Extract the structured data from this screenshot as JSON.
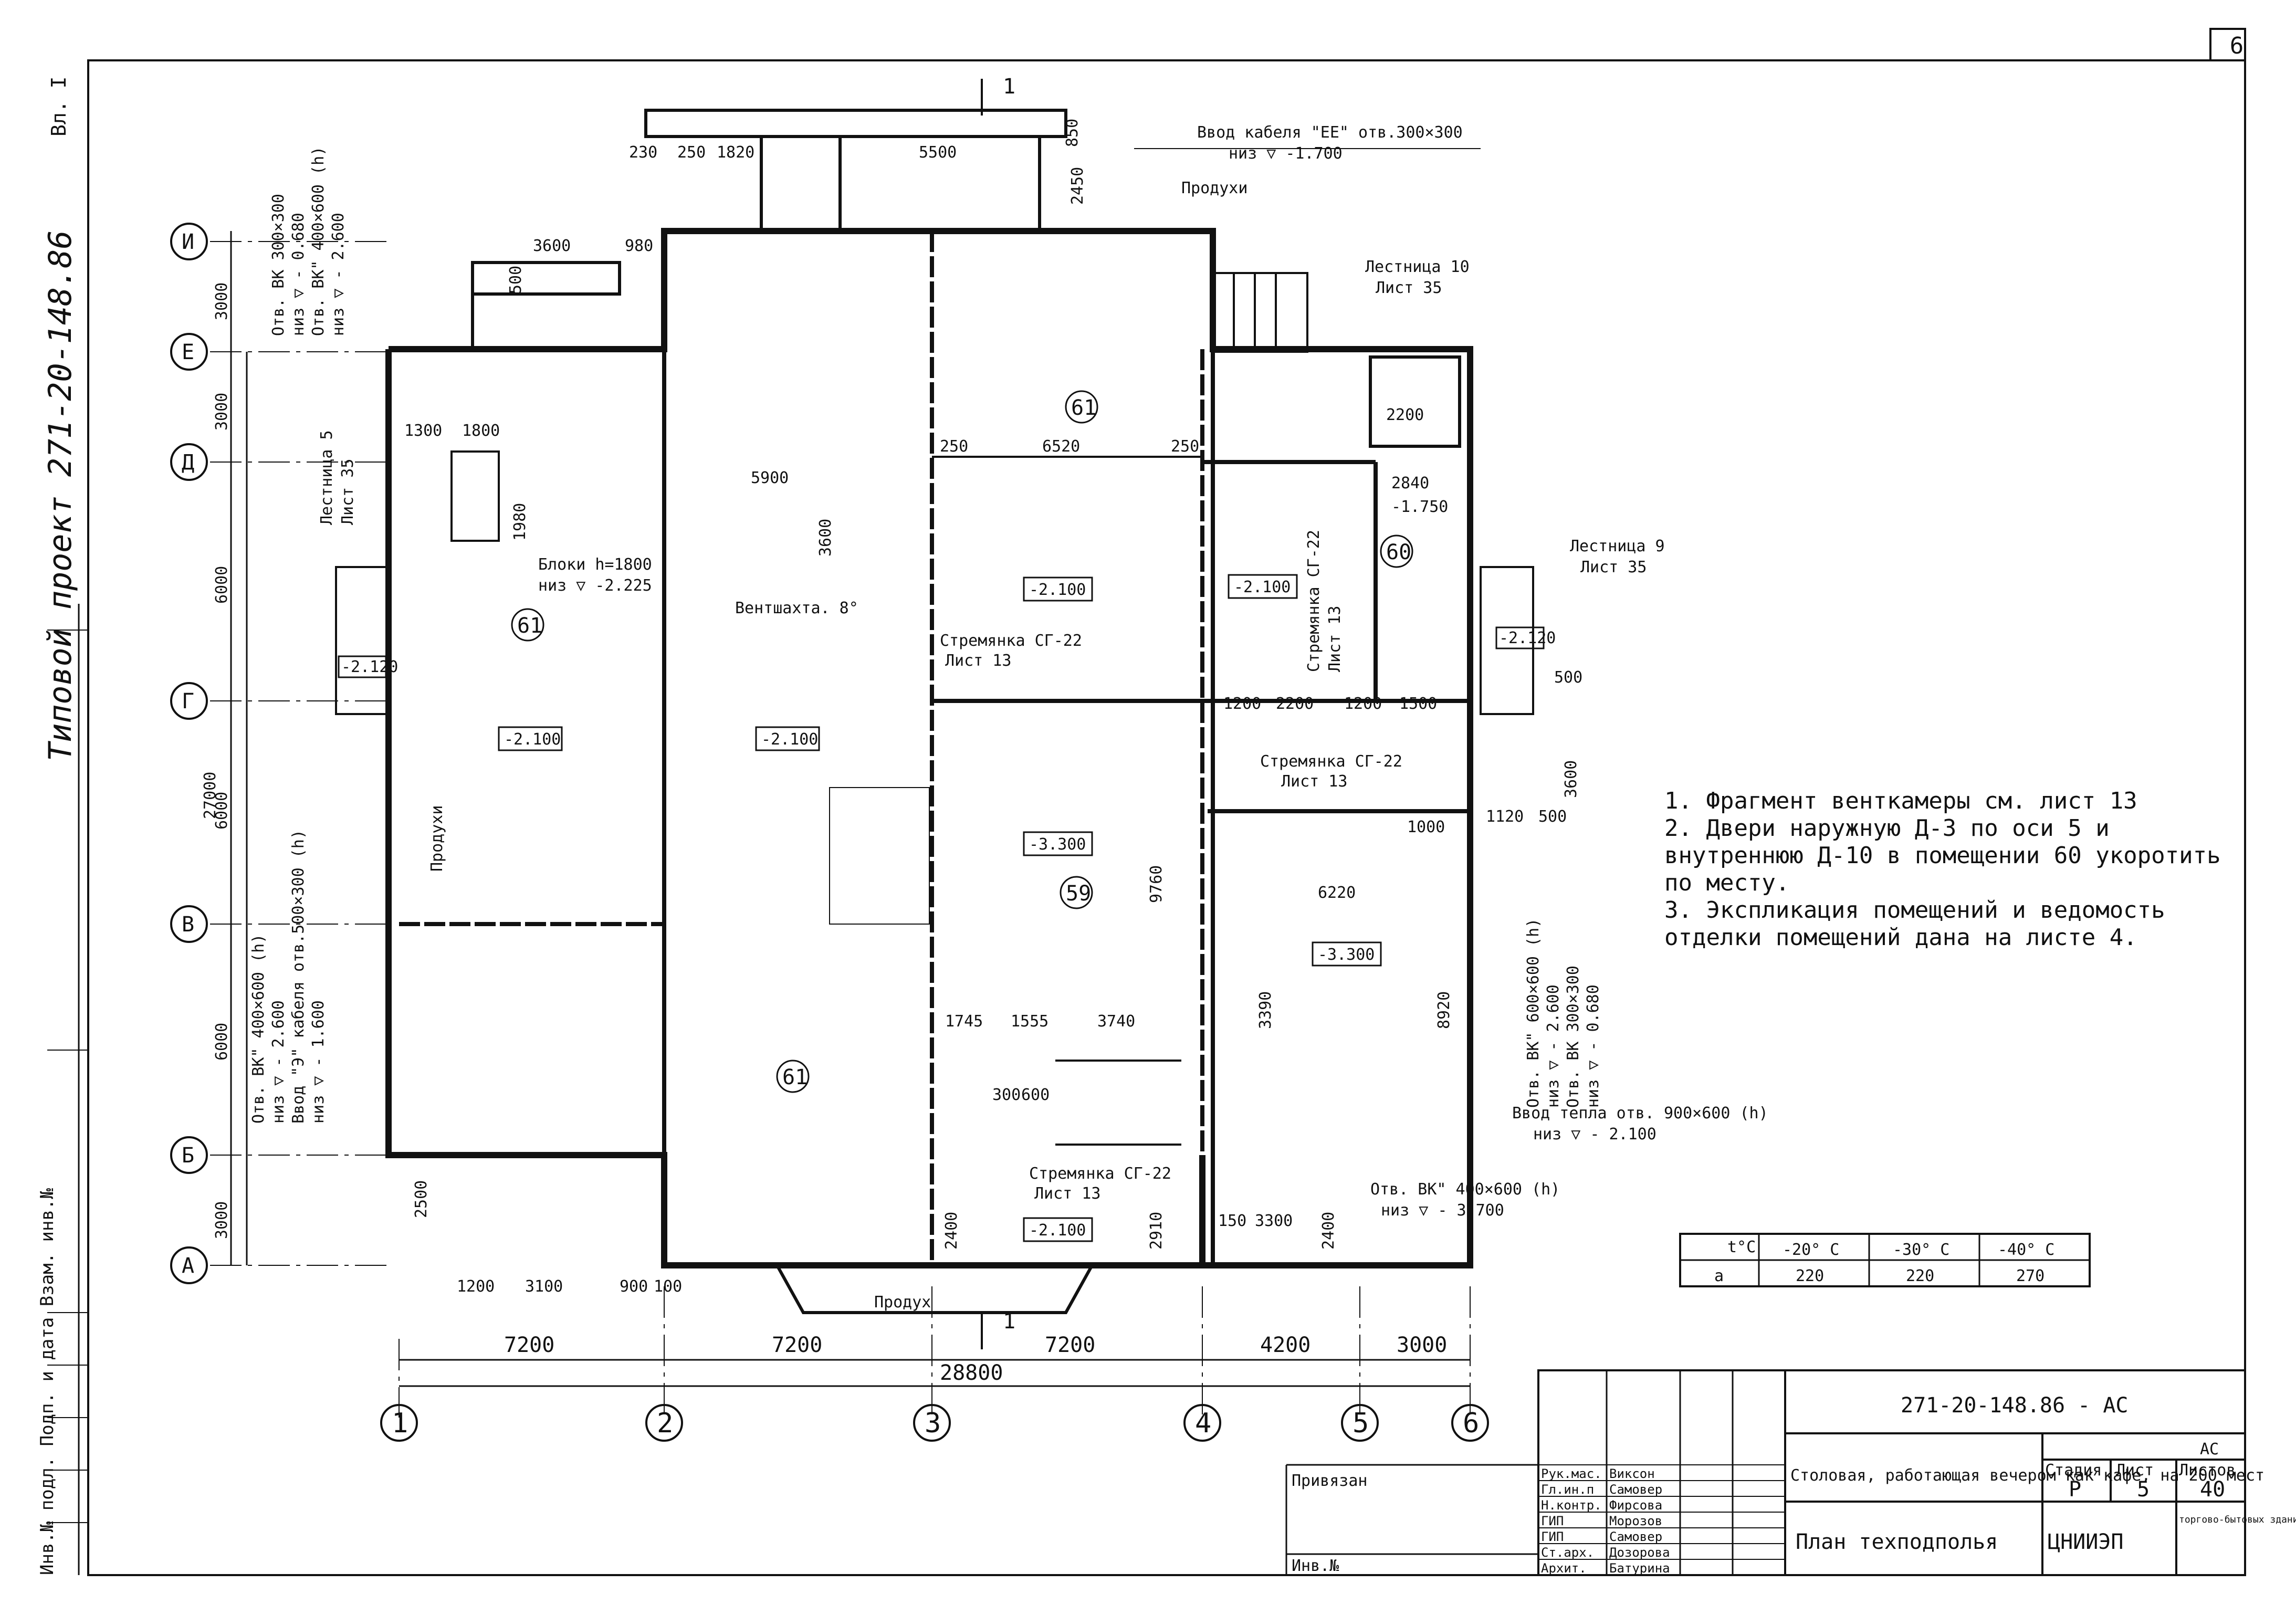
{
  "sheet": {
    "page_number": "6",
    "variant_label": "Вл. I",
    "project_side_label": "Типовой проект 271-20-148.86",
    "inventory_label": "Инв.№ подл. Подп. и дата Взам. инв.№"
  },
  "axes": {
    "columns": [
      "1",
      "2",
      "3",
      "4",
      "5",
      "6"
    ],
    "rows": [
      "И",
      "Е",
      "Д",
      "Г",
      "В",
      "Б",
      "А"
    ],
    "column_spans": [
      "7200",
      "7200",
      "7200",
      "4200",
      "3000"
    ],
    "column_total": "28800",
    "row_spans": [
      "3000",
      "3000",
      "6000",
      "6000",
      "6000",
      "3000"
    ],
    "row_total": "27000"
  },
  "rooms": {
    "r61_a": "61",
    "r61_b": "61",
    "r61_c": "61",
    "r60": "60",
    "r59": "59"
  },
  "levels": {
    "l1": "-2.100",
    "l2": "-2.100",
    "l3": "-2.100",
    "l4": "-2.100",
    "l5": "-3.300",
    "l6": "-3.300",
    "l7": "-2.100",
    "l8": "-2.120",
    "l9": "-2.120",
    "l10": "-1.750"
  },
  "labels": {
    "cable_entry": "Ввод кабеля \"ЕЕ\" отв.300×300",
    "cable_entry_level": "низ ▽ -1.700",
    "produkhi_top": "Продухи",
    "produkhi_left": "Продухи",
    "produkhi_bottom": "Продух",
    "stair10": "Лестница 10",
    "stair10_sheet": "Лист 35",
    "stair9": "Лестница 9",
    "stair9_sheet": "Лист 35",
    "stair5": "Лестница 5",
    "stair5_sheet": "Лист 35",
    "vent_shaft": "Вентшахта. 8°",
    "blocks": "Блоки h=1800",
    "blocks_level": "низ ▽ -2.225",
    "ladder1": "Стремянка СГ-22",
    "ladder1_sheet": "Лист 13",
    "ladder2": "Стремянка СГ-22",
    "ladder2_sheet": "Лист 13",
    "ladder3": "Стремянка СГ-22",
    "ladder3_sheet": "Лист 13",
    "ladder4": "Стремянка СГ-22",
    "ladder4_sheet": "Лист 13",
    "heat_entry": "Ввод тепла отв. 900×600 (h)",
    "heat_entry_level": "низ ▽ - 2.100",
    "otv_bk_bottom": "Отв. ВК\" 400×600 (h)",
    "otv_bk_bottom_level": "низ ▽ - 3.700",
    "otv_left_top_1": "Отв. ВК 300×300",
    "otv_left_top_2": "низ ▽ - 0.680",
    "otv_left_top_3": "Отв. ВК\" 400×600 (h)",
    "otv_left_top_4": "низ ▽ - 2.600",
    "otv_left_bot_1": "Отв. ВК\" 400×600 (h)",
    "otv_left_bot_2": "низ ▽ - 2.600",
    "otv_left_bot_3": "Ввод \"Э\" кабеля отв.500×300 (h)",
    "otv_left_bot_4": "низ ▽ - 1.600",
    "otv_right_1": "Отв. ВК\" 600×600 (h)",
    "otv_right_2": "низ ▽ - 2.600",
    "otv_right_3": "Отв. ВК 300×300",
    "otv_right_4": "низ ▽ - 0.680",
    "section_mark": "1"
  },
  "dims": {
    "d1": "230",
    "d2": "250",
    "d3": "1820",
    "d4": "5500",
    "d5": "850",
    "d6": "2450",
    "d7": "3600",
    "d8": "980",
    "d9": "500",
    "d10": "1300",
    "d11": "1800",
    "d12": "1980",
    "d13": "5900",
    "d14": "3600",
    "d15": "250",
    "d16": "6520",
    "d17": "250",
    "d18": "9760",
    "d19": "1745",
    "d20": "1555",
    "d21": "3740",
    "d22": "6220",
    "d23": "8920",
    "d24": "3390",
    "d25": "300",
    "d26": "600",
    "d27": "2400",
    "d28": "2910",
    "d29": "150",
    "d30": "3300",
    "d31": "2400",
    "d32": "1200",
    "d33": "3100",
    "d34": "900",
    "d35": "100",
    "d36": "2500",
    "d37": "1200",
    "d38": "2200",
    "d39": "1200",
    "d40": "1500",
    "d41": "2840",
    "d42": "2200",
    "d43": "1000",
    "d44": "1120",
    "d45": "500",
    "d46": "3600",
    "d47": "500"
  },
  "notes": [
    "1. Фрагмент венткамеры см. лист 13",
    "2. Двери наружную Д-3 по оси 5 и внутреннюю Д-10 в помещении 60 укоротить по месту.",
    "3. Экспликация помещений и ведомость отделки помещений дана на листе 4."
  ],
  "temp_table": {
    "header": [
      "t°C",
      "-20° С",
      "-30° С",
      "-40° С"
    ],
    "row": [
      "а",
      "220",
      "220",
      "270"
    ]
  },
  "title_block": {
    "doc_code": "271-20-148.86 - АС",
    "project_name": "Столовая, работающая вечером как кафе, на 200 мест",
    "sheet_title": "План техподполья",
    "stage_label": "Стадия",
    "sheet_label": "Лист",
    "sheets_label": "Листов",
    "stage": "Р",
    "sheet": "5",
    "sheets": "40",
    "mark": "АС",
    "org": "ЦНИИЭП",
    "org_sub": "торгово-бытовых зданий и туристских комплексов",
    "privyazan": "Привязан",
    "inv_no": "Инв.№",
    "roles": [
      "Рук.мас.",
      "Гл.ин.п",
      "Н.контр.",
      "ГИП",
      "ГИП",
      "Ст.арх.",
      "Архит."
    ],
    "names": [
      "Виксон",
      "Самовер",
      "Фирсова",
      "Морозов",
      "Самовер",
      "Дозорова",
      "Батурина"
    ]
  }
}
